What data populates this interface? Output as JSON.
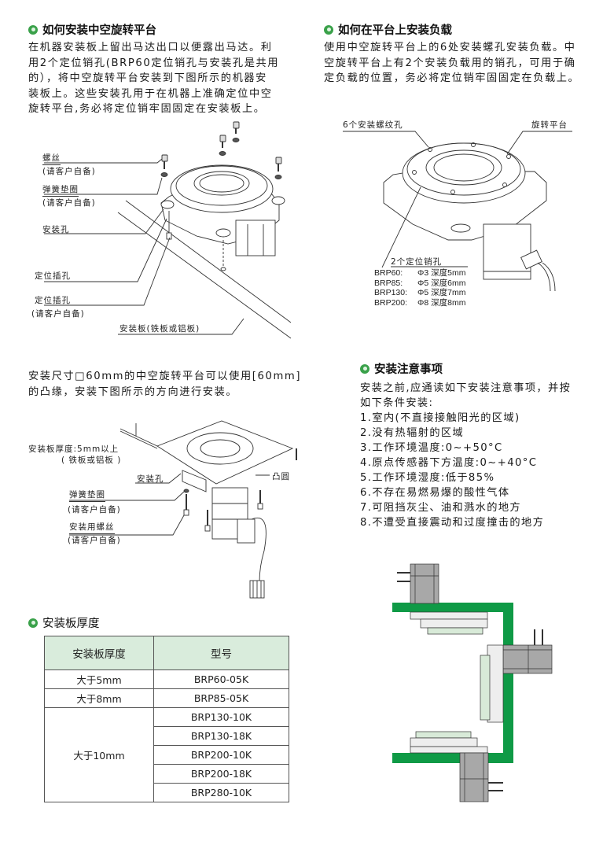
{
  "sections": {
    "install_platform": {
      "title": "如何安装中空旋转平台",
      "paragraph_lines": [
        "在机器安装板上留出马达出口以便露出马达。利",
        "用2个定位销孔(BRP60定位销孔与安装孔是共用",
        "的），将中空旋转平台安装到下图所示的机器安",
        "装板上。这些安装孔用于在机器上准确定位中空",
        "旋转平台,务必将定位销牢固固定在安装板上。"
      ],
      "diagram_labels": {
        "screw": "螺丝",
        "screw_note": "(请客户自备)",
        "spring_washer": "弹簧垫圈",
        "spring_washer_note": "(请客户自备)",
        "mounting_hole": "安装孔",
        "locating_hole": "定位插孔",
        "locating_pin": "定位插孔",
        "locating_pin_note": "(请客户自备)",
        "mounting_plate": "安装板(铁板或铝板)"
      }
    },
    "install_load": {
      "title": "如何在平台上安装负载",
      "paragraph_lines": [
        "使用中空旋转平台上的6处安装螺孔安装负载。中",
        "空旋转平台上有2个安装负载用的销孔，可用于确",
        "定负载的位置，务必将定位销牢固固定在负载上。"
      ],
      "diagram_labels": {
        "threaded_holes": "6个安装螺纹孔",
        "rotary_table": "旋转平台",
        "pin_holes": "2个定位销孔"
      },
      "pin_specs": [
        {
          "model": "BRP60:",
          "spec": "Φ3 深度5mm"
        },
        {
          "model": "BRP85:",
          "spec": "Φ5 深度6mm"
        },
        {
          "model": "BRP130:",
          "spec": "Φ5 深度7mm"
        },
        {
          "model": "BRP200:",
          "spec": "Φ8 深度8mm"
        }
      ]
    },
    "flange_install": {
      "paragraph_lines": [
        "安装尺寸□60mm的中空旋转平台可以使用[60mm]",
        "的凸缘，安装下图所示的方向进行安装。"
      ],
      "diagram_labels": {
        "plate_thickness": "安装板厚度:5mm以上",
        "plate_material": "( 铁板或铝板 )",
        "mounting_hole": "安装孔",
        "boss": "凸圆",
        "spring_washer": "弹簧垫圈",
        "spring_washer_note": "(请客户自备)",
        "mounting_screw": "安装用螺丝",
        "mounting_screw_note": "(请客户自备)"
      }
    },
    "precautions": {
      "title": "安装注意事项",
      "intro_lines": [
        "安装之前,应通读如下安装注意事项，并按",
        "如下条件安装:"
      ],
      "items": [
        "1.室内(不直接接触阳光的区域)",
        "2.没有热辐射的区域",
        "3.工作环境温度:0~+50°C",
        "4.原点传感器下方温度:0~+40°C",
        "5.工作环境湿度:低于85%",
        "6.不存在易燃易爆的酸性气体",
        "7.可阻挡灰尘、油和溅水的地方",
        "8.不遭受直接震动和过度撞击的地方"
      ]
    },
    "plate_thickness": {
      "title": "安装板厚度",
      "headers": [
        "安装板厚度",
        "型号"
      ],
      "groups": [
        {
          "thickness": "大于5mm",
          "models": [
            "BRP60-05K"
          ]
        },
        {
          "thickness": "大于8mm",
          "models": [
            "BRP85-05K"
          ]
        },
        {
          "thickness": "大于10mm",
          "models": [
            "BRP130-10K",
            "BRP130-18K",
            "BRP200-10K",
            "BRP200-18K",
            "BRP280-10K"
          ]
        }
      ]
    }
  },
  "colors": {
    "accent_green": "#3aa14a",
    "mount_bar_green": "#0f9a46",
    "table_header_bg": "#d9ecdc",
    "motor_gray": "#a8a8a8"
  }
}
